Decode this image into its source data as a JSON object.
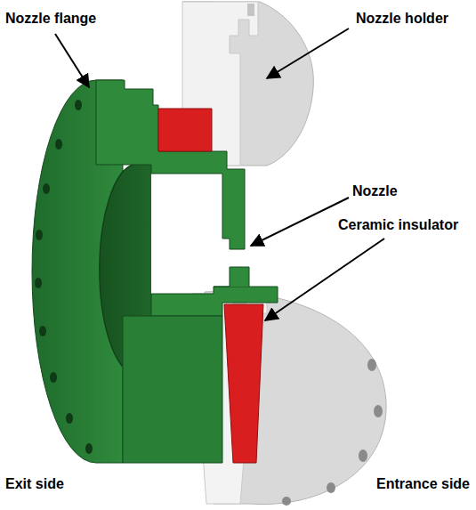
{
  "diagram": {
    "labels": [
      "Nozzle flange",
      "Nozzle holder",
      "Nozzle",
      "Ceramic insulator",
      "Exit side",
      "Entrance side"
    ]
  }
}
